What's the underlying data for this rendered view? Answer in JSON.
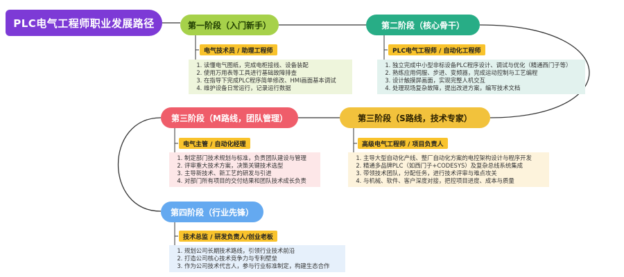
{
  "title": "PLC电气工程师职业发展路径",
  "stages": [
    {
      "name": "第一阶段（入门新手）",
      "role": "电气技术员 / 助理工程师",
      "tasks": [
        "读懂电气图纸，完成电柜接线、设备装配",
        "使用万用表等工具进行基础故障排查",
        "在指导下完成PLC程序简单修改、HMI画面基本调试",
        "维护设备日常运行，记录运行数据"
      ],
      "color": "#a6d14a"
    },
    {
      "name": "第二阶段（核心骨干）",
      "role": "PLC电气工程师 / 自动化工程师",
      "tasks": [
        "独立完成中小型非标设备PLC程序设计、调试与优化（精通西门子等）",
        "熟练应用伺服、步进、变频器，完成运动控制与工艺编程",
        "设计触摸屏画面，实现完整人机交互",
        "处理现场复杂故障，提出改进方案，编写技术文档"
      ],
      "color": "#28ad86"
    },
    {
      "name": "第三阶段（M路线，团队管理）",
      "role": "电气主管 / 自动化经理",
      "tasks": [
        "制定部门技术规划与标准，负责团队建设与管理",
        "评审重大技术方案，决策关键技术选型",
        "主导新技术、新工艺的研发与引进",
        "对部门所有项目的交付结果和团队技术成长负责"
      ],
      "color": "#ef5d6a"
    },
    {
      "name": "第三阶段（S路线，技术专家）",
      "role": "高级电气工程师 / 项目负责人",
      "tasks": [
        "主导大型自动化产线、整厂自动化方案的电控架构设计与程序开发",
        "精通多品牌PLC（如西门子+CODESYS）及复杂总线系统集成",
        "带领技术团队，分配任务，进行技术评审与难点攻关",
        "与机械、软件、客户深度对接，把控项目进度、成本与质量"
      ],
      "color": "#f2c23c"
    },
    {
      "name": "第四阶段（行业先锋）",
      "role": "技术总监 / 研发负责人/创业老板",
      "tasks": [
        "规划公司长期技术路线，引领行业技术前沿",
        "打造公司核心技术竞争力与专利壁垒",
        "作为公司技术代言人，参与行业标准制定，构建生态合作"
      ],
      "color": "#64a9f0"
    }
  ],
  "colors": {
    "title_bg": "#7d3ad6",
    "connector": "#333333",
    "role_bg": "#f9c32c"
  }
}
